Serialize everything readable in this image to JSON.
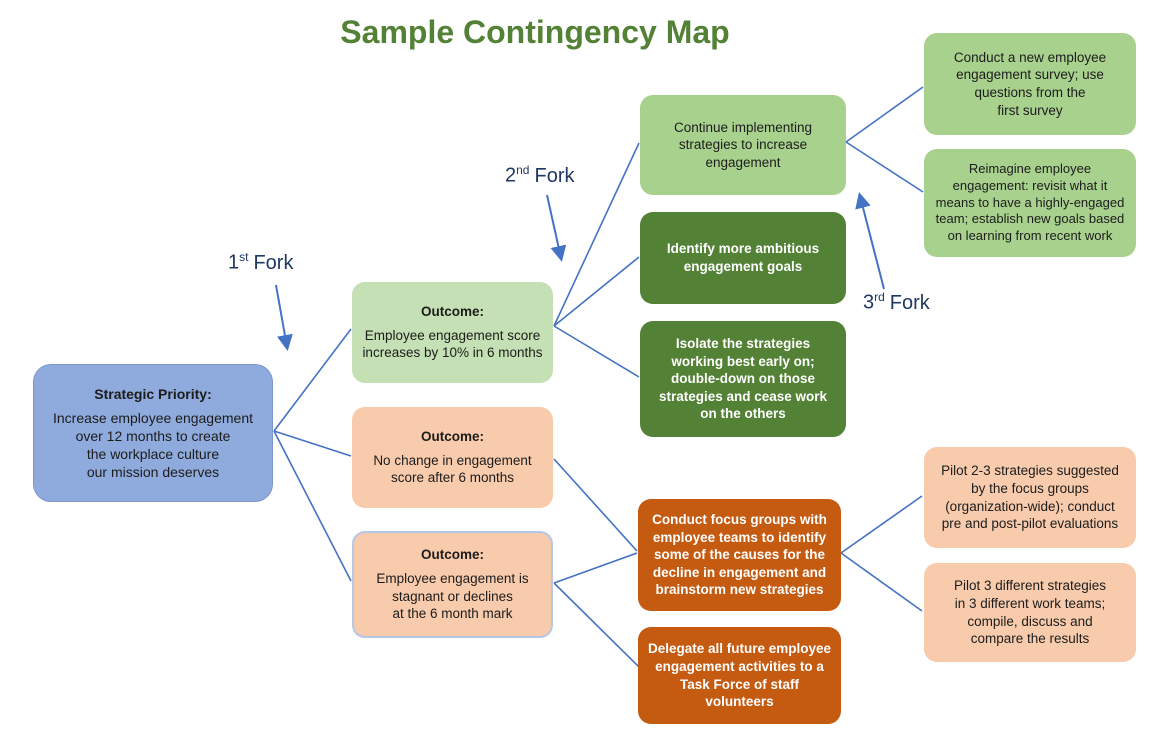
{
  "title": "Sample Contingency Map",
  "colors": {
    "title_green": "#538135",
    "blue_fill": "#8FAADC",
    "blue_border": "#7B97CE",
    "light_green": "#C5E0B4",
    "medium_green": "#A9D18E",
    "dark_green": "#538135",
    "peach": "#F8CBAD",
    "dark_orange": "#C55A11",
    "connector_blue": "#4472C4",
    "fork_text": "#1F3864",
    "outcome3_border": "#B4C7E7"
  },
  "forks": [
    {
      "number": "1",
      "suffix": "st",
      "word": "Fork"
    },
    {
      "number": "2",
      "suffix": "nd",
      "word": "Fork"
    },
    {
      "number": "3",
      "suffix": "rd",
      "word": "Fork"
    }
  ],
  "strategic_priority": {
    "heading": "Strategic Priority:",
    "body": "Increase employee engagement\nover 12 months to create\nthe workplace culture\nour mission deserves"
  },
  "outcomes": [
    {
      "heading": "Outcome:",
      "body": "Employee engagement score\nincreases by 10% in 6 months"
    },
    {
      "heading": "Outcome:",
      "body": "No change in engagement\nscore after 6 months"
    },
    {
      "heading": "Outcome:",
      "body": "Employee engagement is\nstagnant or declines\nat the 6 month mark"
    }
  ],
  "second_fork_actions": [
    "Continue implementing\nstrategies to increase\nengagement",
    "Identify more ambitious\nengagement goals",
    "Isolate the strategies\nworking best early on;\ndouble-down on those\nstrategies and cease work\non the others",
    "Conduct focus groups with\nemployee teams to identify\nsome of the causes for the\ndecline in engagement and\nbrainstorm new strategies",
    "Delegate all future employee\nengagement activities to a\nTask Force of staff  volunteers"
  ],
  "third_fork_actions": [
    "Conduct a new employee\nengagement survey; use\nquestions from the\nfirst survey",
    "Reimagine employee\nengagement: revisit what it\nmeans to have a highly-engaged\nteam; establish new goals based\non learning from recent work",
    "Pilot 2-3 strategies suggested\nby the focus groups\n(organization-wide); conduct\npre and post-pilot evaluations",
    "Pilot 3 different strategies\nin 3 different work teams;\ncompile, discuss and\ncompare the results"
  ]
}
